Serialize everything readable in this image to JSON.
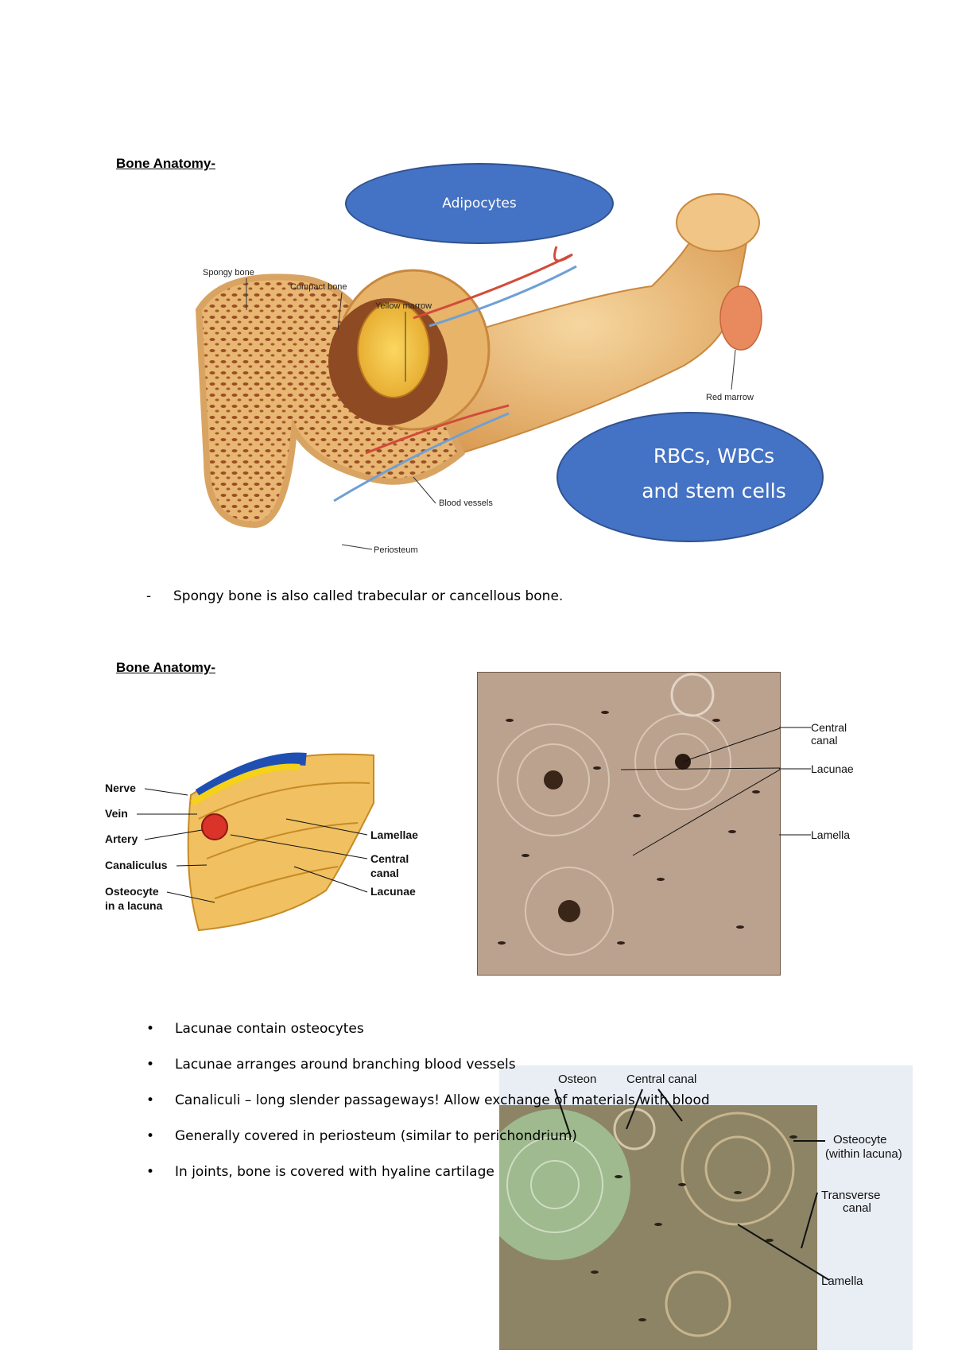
{
  "section1": {
    "heading": "Bone Anatomy-",
    "figure": {
      "labels": {
        "spongy_bone": "Spongy bone",
        "compact_bone": "Compact bone",
        "yellow_marrow": "Yellow marrow",
        "red_marrow": "Red marrow",
        "blood_vessels": "Blood vessels",
        "periosteum": "Periosteum"
      },
      "callouts": {
        "adipocytes": "Adipocytes",
        "rbcs_line1": "RBCs, WBCs",
        "rbcs_line2": "and stem cells"
      }
    },
    "note": {
      "marker": "-",
      "text": "Spongy bone is also called trabecular or cancellous bone."
    }
  },
  "section2": {
    "heading": "Bone Anatomy-",
    "diagram_labels": {
      "nerve": "Nerve",
      "vein": "Vein",
      "artery": "Artery",
      "canaliculus": "Canaliculus",
      "osteocyte_line1": "Osteocyte",
      "osteocyte_line2": "in a lacuna",
      "lamellae": "Lamellae",
      "central_canal_line1": "Central",
      "central_canal_line2": "canal",
      "lacunae": "Lacunae"
    },
    "micrograph_labels": {
      "central_canal_line1": "Central",
      "central_canal_line2": "canal",
      "lacunae": "Lacunae",
      "lamella": "Lamella"
    },
    "bullets": [
      "Lacunae contain osteocytes",
      "Lacunae arranges around branching blood vessels",
      "Canaliculi – long slender passageways! Allow  exchange of materials with blood",
      "Generally covered in periosteum (similar to perichondrium)",
      "In joints, bone is covered with hyaline cartilage"
    ],
    "bullet_marker": "•",
    "osteon_labels": {
      "osteon": "Osteon",
      "central_canal": "Central canal",
      "osteocyte_line1": "Osteocyte",
      "osteocyte_line2": "(within lacuna)",
      "transverse_line1": "Transverse",
      "transverse_line2": "canal",
      "lamella": "Lamella"
    }
  }
}
